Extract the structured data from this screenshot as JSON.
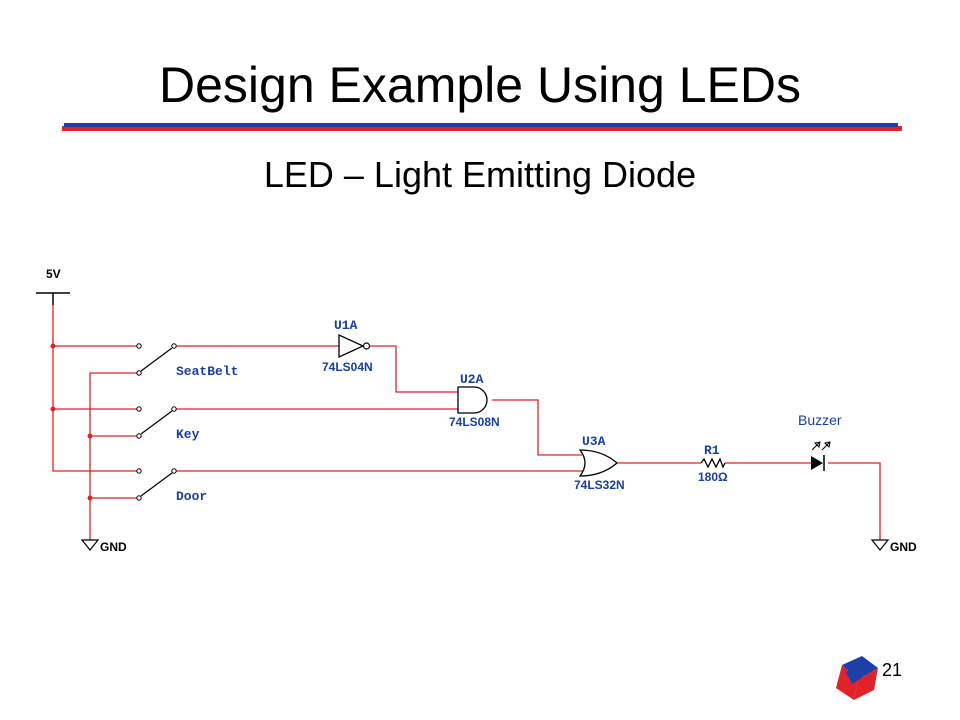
{
  "slide": {
    "title": "Design Example Using LEDs",
    "subtitle": "LED – Light Emitting Diode",
    "page_number": "21"
  },
  "schematic": {
    "supply": "5V",
    "ground_left": "GND",
    "ground_right": "GND",
    "switches": [
      "SeatBelt",
      "Key",
      "Door"
    ],
    "gates": [
      {
        "ref": "U1A",
        "part": "74LS04N"
      },
      {
        "ref": "U2A",
        "part": "74LS08N"
      },
      {
        "ref": "U3A",
        "part": "74LS32N"
      }
    ],
    "resistor": {
      "ref": "R1",
      "value": "180Ω"
    },
    "led_label": "Buzzer"
  },
  "colors": {
    "wire": "#e0222a",
    "component": "#000000",
    "label": "#1a3fa0",
    "rule_red": "#e0222a",
    "rule_blue": "#1f3fa8"
  }
}
